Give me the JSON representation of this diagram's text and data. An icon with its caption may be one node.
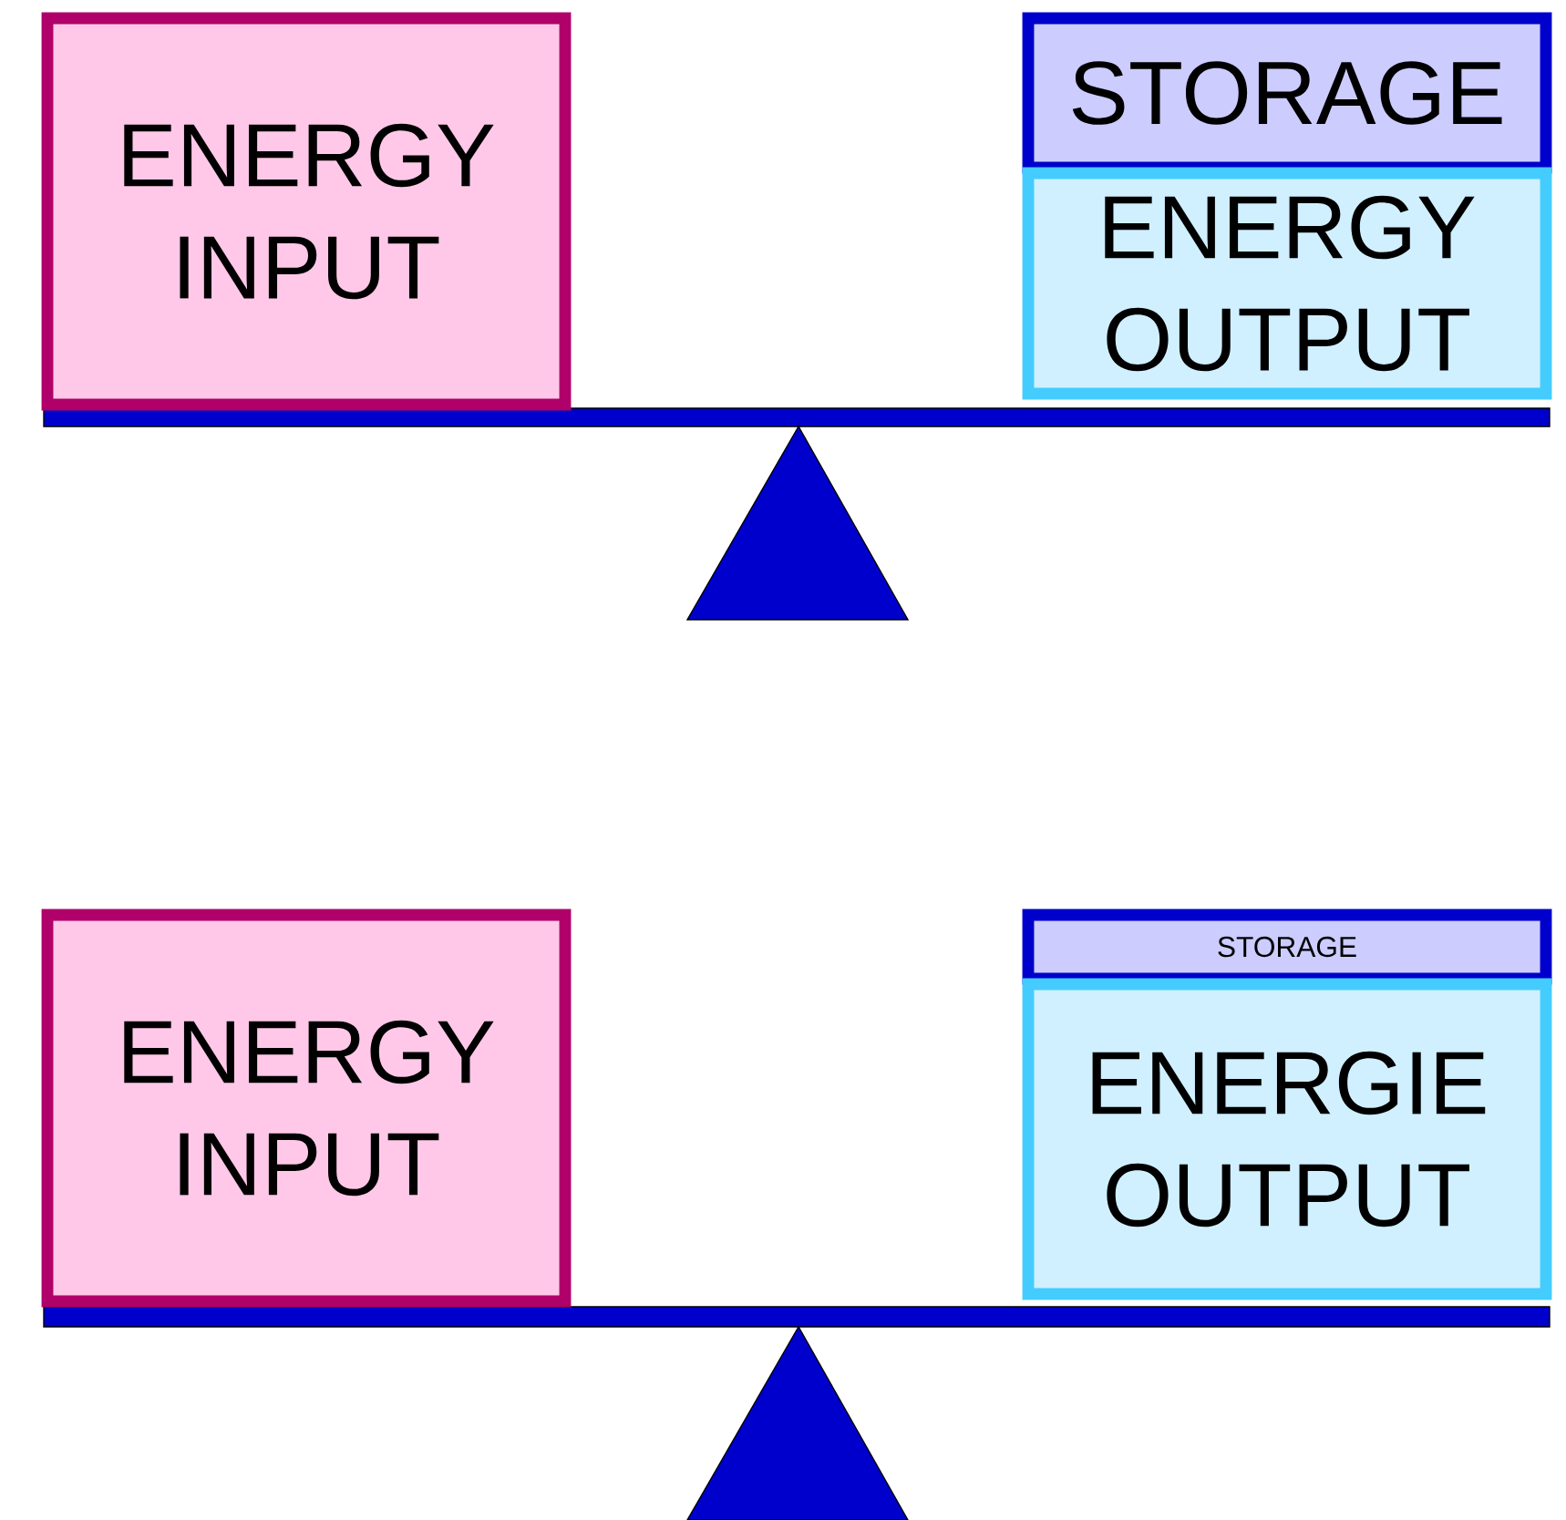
{
  "diagram": {
    "nodes": [
      {
        "text": [
          "ENERGY INPUT"
        ]
      },
      {
        "text": [
          "STORAGE"
        ]
      },
      {
        "text": [
          "ENERGY OUTPUT"
        ]
      },
      {
        "text": [
          "ENERGY INPUT"
        ]
      },
      {
        "text": [
          "STORAGE"
        ]
      },
      {
        "text": [
          "ENERGIE OUTPUT"
        ]
      }
    ]
  }
}
